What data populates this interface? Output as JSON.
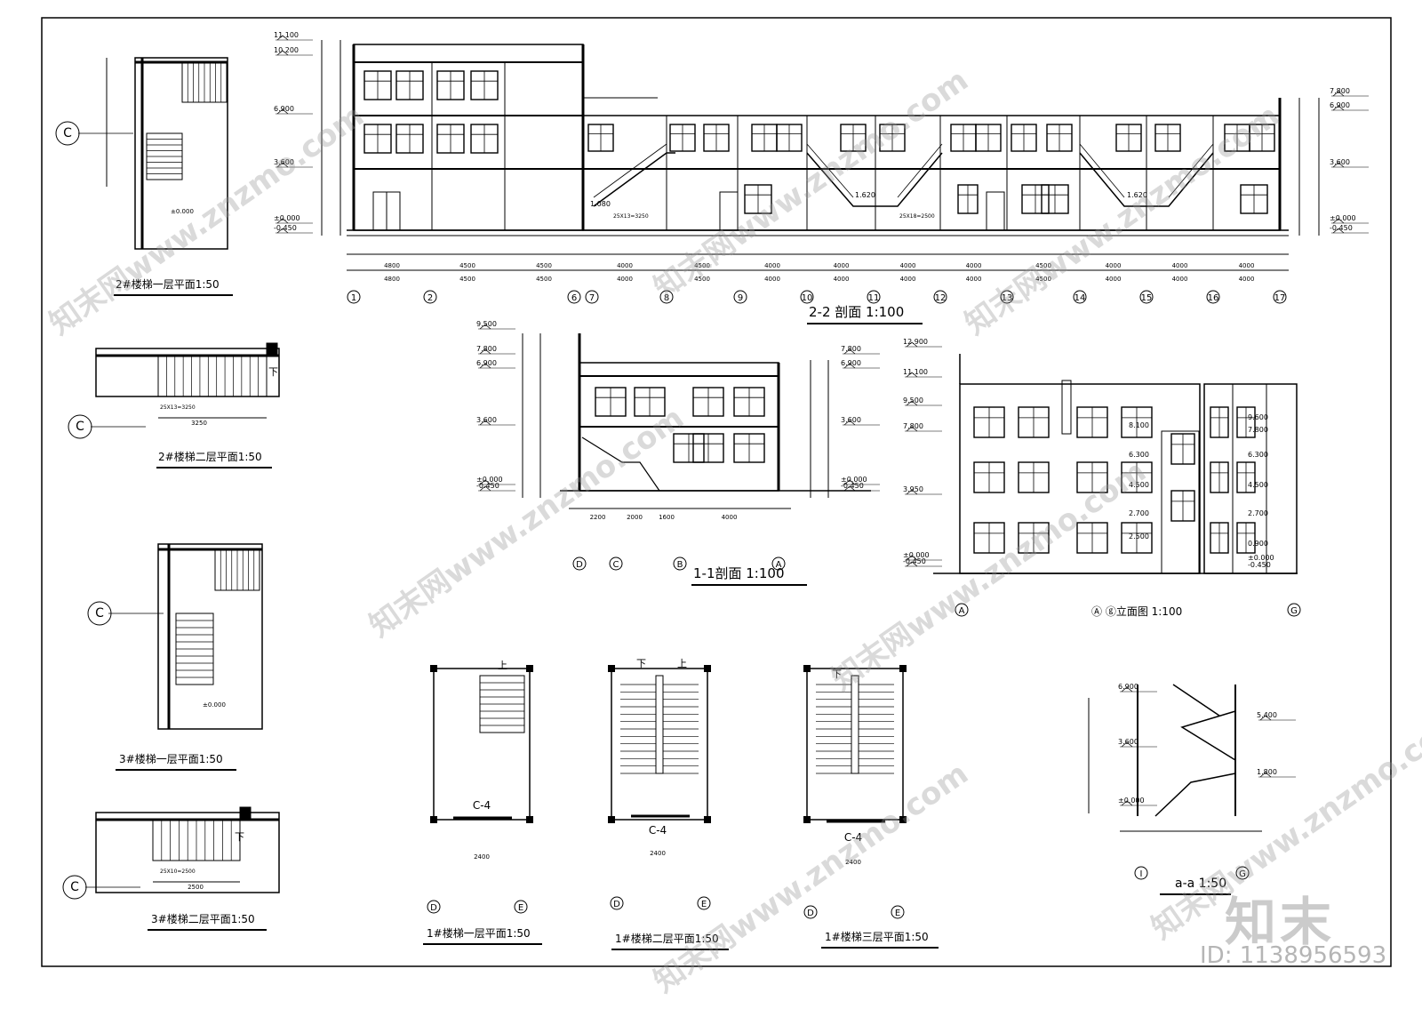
{
  "titles": {
    "s22": "2-2 剖面 1:100",
    "s11": "1-1剖面    1:100",
    "elev": "Ⓐ  ⓖ立面图 1:100",
    "st2a": "2#楼梯一层平面1:50",
    "st2b": "2#楼梯二层平面1:50",
    "st3a": "3#楼梯一层平面1:50",
    "st3b": "3#楼梯二层平面1:50",
    "st1a": "1#楼梯一层平面1:50",
    "st1b": "1#楼梯二层平面1:50",
    "st1c": "1#楼梯三层平面1:50",
    "aa": "a-a 1:50"
  },
  "section22": {
    "axes": [
      "1",
      "2",
      "6",
      "7",
      "8",
      "9",
      "10",
      "11",
      "12",
      "13",
      "14",
      "15",
      "16",
      "17"
    ],
    "levels_left": [
      "11.100",
      "10.200",
      "6.900",
      "3.600",
      "±0.000",
      "-0.450"
    ],
    "levels_right": [
      "7.800",
      "6.900",
      "3.600",
      "±0.000",
      "-0.450"
    ],
    "dims": [
      "4800",
      "4500",
      "4500",
      "4000",
      "4500",
      "4000",
      "4000",
      "4000",
      "4000",
      "4500",
      "4000",
      "4000",
      "4000"
    ],
    "notes": [
      "1.080",
      "1.620",
      "1.620",
      "25X13=3250",
      "25X18=2500"
    ]
  },
  "section11": {
    "axes": [
      "D",
      "C",
      "B",
      "A"
    ],
    "levels_left": [
      "9.500",
      "7.800",
      "6.900",
      "3.600",
      "±0.000",
      "-0.450"
    ],
    "levels_right": [
      "7.800",
      "6.900",
      "3.600",
      "±0.000",
      "-0.450"
    ],
    "dims": [
      "2200",
      "2000",
      "1600",
      "4000"
    ]
  },
  "elevation": {
    "axes": [
      "A",
      "G"
    ],
    "levels_left": [
      "12.900",
      "11.100",
      "9.500",
      "7.800",
      "3.950",
      "±0.000",
      "-0.450"
    ],
    "levels_mid": [
      "8.100",
      "6.300",
      "4.500",
      "2.700",
      "2.500"
    ],
    "levels_right": [
      "9.600",
      "7.800",
      "6.300",
      "4.500",
      "2.700",
      "0.900",
      "±0.000",
      "-0.450"
    ]
  },
  "stairs": {
    "grid_c": "C",
    "zero": "±0.000",
    "down": "下",
    "up": "上",
    "window": "C-4",
    "axes_de": [
      "D",
      "E"
    ],
    "dim_2400": "2400",
    "dim_3250": "3250",
    "dim_2500": "2500",
    "note_3250": "25X13=3250",
    "note_2500": "25X10=2500"
  },
  "aa": {
    "levels": [
      "6.900",
      "5.400",
      "3.600",
      "1.800",
      "±0.000"
    ],
    "axes": [
      "I",
      "G"
    ]
  },
  "branding": {
    "logo": "知末",
    "id": "ID: 1138956593",
    "watermark": "知末网www.znzmo.com"
  },
  "colors": {
    "line": "#000000",
    "watermark": "#9a9a9a"
  }
}
